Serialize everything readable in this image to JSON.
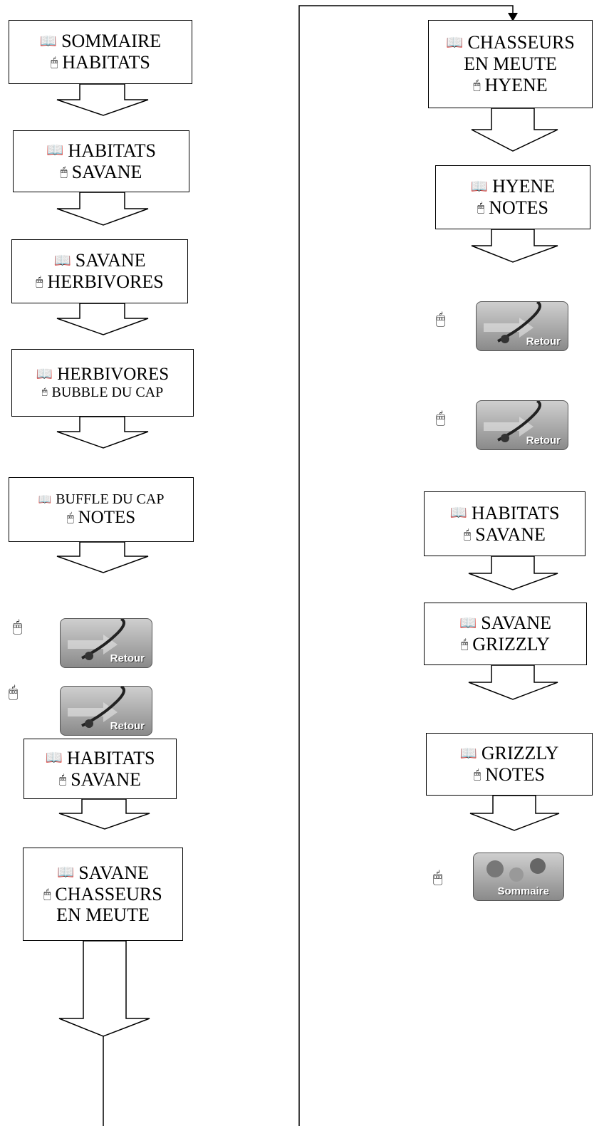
{
  "left_column": [
    {
      "book": "SOMMAIRE",
      "mouse": "HABITATS"
    },
    {
      "book": "HABITATS",
      "mouse": "SAVANE"
    },
    {
      "book": "SAVANE",
      "mouse": "HERBIVORES"
    },
    {
      "book": "HERBIVORES",
      "mouse": "BUBBLE DU CAP"
    },
    {
      "book": "BUFFLE DU CAP",
      "mouse": "NOTES"
    },
    {
      "book": "HABITATS",
      "mouse": "SAVANE"
    },
    {
      "book": "SAVANE",
      "mouse": "CHASSEURS",
      "extra": "EN MEUTE"
    }
  ],
  "right_column": [
    {
      "book": "CHASSEURS",
      "extra": "EN MEUTE",
      "mouse": "HYENE"
    },
    {
      "book": "HYENE",
      "mouse": "NOTES"
    },
    {
      "book": "HABITATS",
      "mouse": "SAVANE"
    },
    {
      "book": "SAVANE",
      "mouse": "GRIZZLY"
    },
    {
      "book": "GRIZZLY",
      "mouse": "NOTES"
    }
  ],
  "buttons": {
    "retour": "Retour",
    "sommaire": "Sommaire"
  },
  "icons": {
    "book": "📖",
    "mouse": "🖱"
  }
}
